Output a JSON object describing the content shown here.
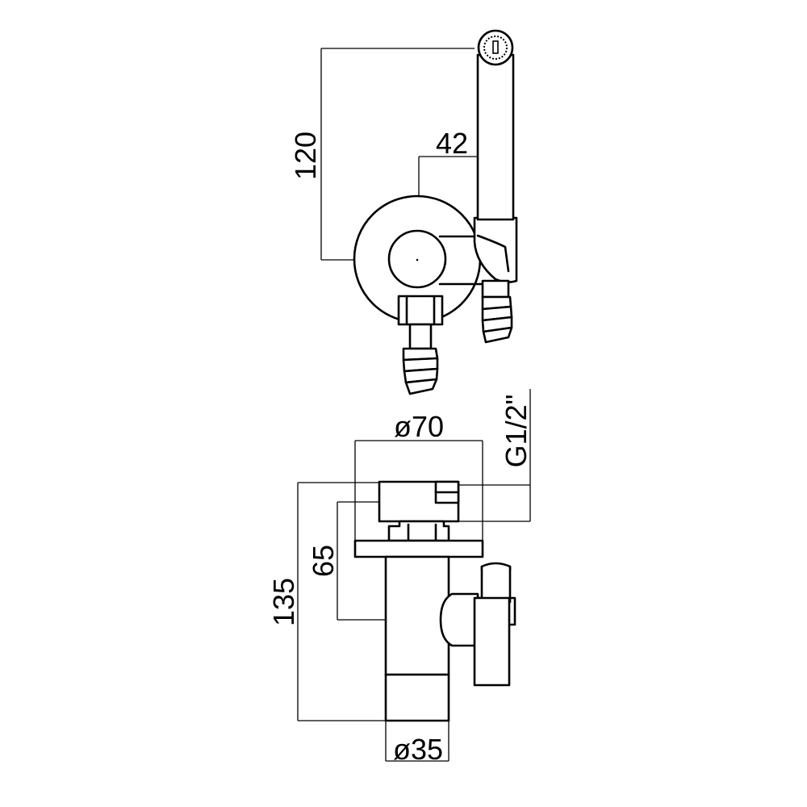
{
  "diagram": {
    "top_view": {
      "dim_height": "120",
      "dim_offset": "42"
    },
    "front_view": {
      "dim_body_diameter": "ø70",
      "dim_thread": "G1/2\"",
      "dim_valve_height": "65",
      "dim_total_height": "135",
      "dim_pipe_diameter": "ø35"
    }
  }
}
